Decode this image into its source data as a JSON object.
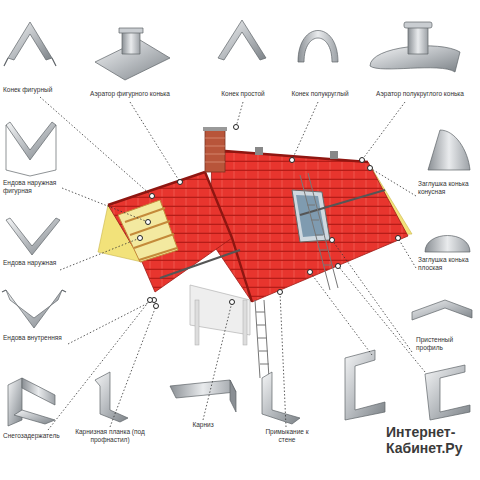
{
  "diagram": {
    "labels": [
      "Конек фигурный",
      "Аэратор фигурного конька",
      "Конек простой",
      "Конек полукруглый",
      "Аэратор полукруглого конька",
      "Ендова наружная фигурная",
      "Заглушка конька конусная",
      "Ендова наружная",
      "Заглушка конька плоская",
      "Ендова внутренняя",
      "Пристенный профиль",
      "Снегозадержатель",
      "Карнизная планка (под профнастил)",
      "Карниз",
      "Примыкание к стене",
      "Интернет-Кабинет.Ру"
    ]
  }
}
